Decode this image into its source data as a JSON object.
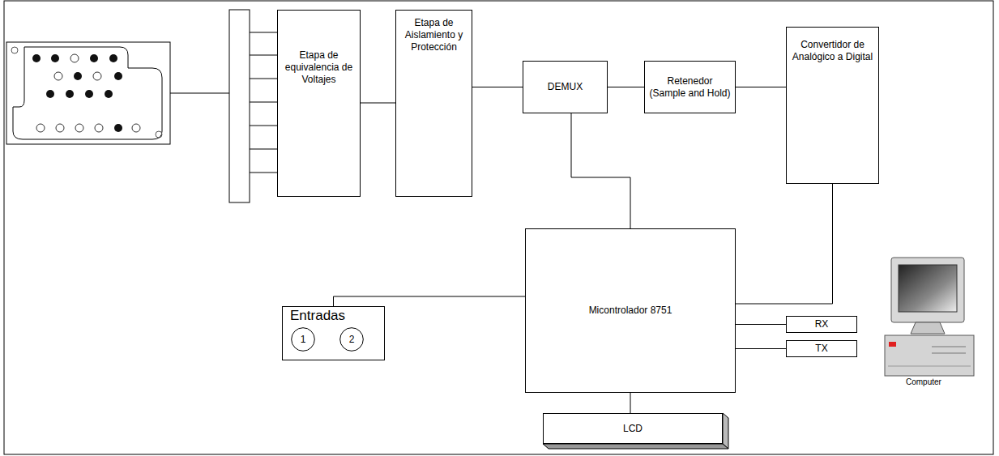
{
  "diagram": {
    "nodes": [
      {
        "text": [
          "Etapa de equivalencia de Voltajes"
        ]
      },
      {
        "text": [
          "Etapa de Aislamiento y Protección"
        ]
      },
      {
        "text": [
          "DEMUX"
        ]
      },
      {
        "text": [
          "Retenedor (Sample and Hold)"
        ]
      },
      {
        "text": [
          "Convertidor de Analógico a Digital"
        ]
      },
      {
        "text": [
          "Entradas"
        ]
      },
      {
        "text": [
          "1"
        ],
        "in": 5
      },
      {
        "text": [
          "2"
        ],
        "in": 5
      },
      {
        "text": [
          "Micontrolador 8751"
        ]
      },
      {
        "text": [
          "RX"
        ]
      },
      {
        "text": [
          "TX"
        ]
      },
      {
        "text": [
          "LCD"
        ]
      }
    ],
    "edges": [
      {
        "from": 0,
        "to": 1,
        "arrow": "none"
      },
      {
        "from": 1,
        "to": 2,
        "arrow": "none"
      },
      {
        "from": 2,
        "to": 3,
        "arrow": "none"
      },
      {
        "from": 3,
        "to": 4,
        "arrow": "none"
      },
      {
        "from": 2,
        "to": 8,
        "arrow": "none"
      },
      {
        "from": 4,
        "to": 8,
        "arrow": "none"
      },
      {
        "from": 5,
        "to": 8,
        "arrow": "none"
      },
      {
        "from": 8,
        "to": 9,
        "arrow": "none"
      },
      {
        "from": 8,
        "to": 10,
        "arrow": "none"
      },
      {
        "from": 8,
        "to": 11,
        "arrow": "none"
      }
    ],
    "labels": [
      "Computer"
    ]
  }
}
